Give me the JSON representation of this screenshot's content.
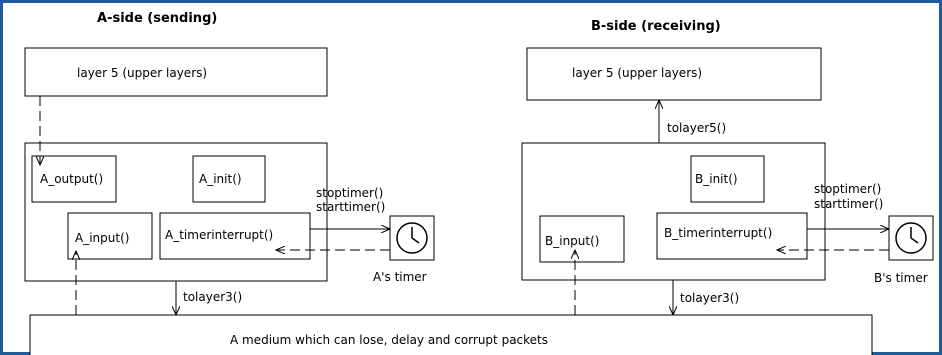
{
  "headers": {
    "a_side": "A-side (sending)",
    "b_side": "B-side (receiving)"
  },
  "a_side": {
    "upper_layers": "layer 5 (upper layers)",
    "a_output": "A_output()",
    "a_init": "A_init()",
    "a_input": "A_input()",
    "a_timerinterrupt": "A_timerinterrupt()",
    "stoptimer": "stoptimer()",
    "starttimer": "starttimer()",
    "timer_label": "A's timer",
    "tolayer3": "tolayer3()"
  },
  "b_side": {
    "upper_layers": "layer 5 (upper layers)",
    "tolayer5": "tolayer5()",
    "b_init": "B_init()",
    "b_input": "B_input()",
    "b_timerinterrupt": "B_timerinterrupt()",
    "stoptimer": "stoptimer()",
    "starttimer": "starttimer()",
    "timer_label": "B's timer",
    "tolayer3": "tolayer3()"
  },
  "medium": {
    "label": "A medium which can lose, delay and corrupt packets"
  },
  "icons": {
    "timer": "clock-icon"
  },
  "colors": {
    "frame_border": "#1f5c99",
    "line": "#000000",
    "background": "#ffffff"
  }
}
